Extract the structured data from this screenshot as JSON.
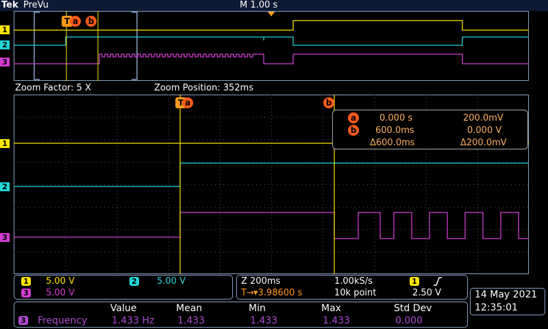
{
  "header": {
    "brand": "Tek",
    "mode": "PreVu",
    "main_timebase": "M 1.00 s"
  },
  "zoom": {
    "factor_label": "Zoom Factor: 5 X",
    "position_label": "Zoom Position: 352ms"
  },
  "channels": [
    {
      "num": "1",
      "scale": "5.00 V",
      "color": "#ffe700"
    },
    {
      "num": "2",
      "scale": "5.00 V",
      "color": "#22d6d6"
    },
    {
      "num": "3",
      "scale": "5.00 V",
      "color": "#d23cd2"
    }
  ],
  "cursors": {
    "a_marker": "a",
    "b_marker": "b",
    "trigger_marker": "T",
    "a_time": "0.000 s",
    "a_volt": "200.0mV",
    "b_time": "600.0ms",
    "b_volt": "0.000 V",
    "delta_time": "Δ600.0ms",
    "delta_volt": "Δ200.0mV"
  },
  "horizontal": {
    "zoom_scale": "Z 200ms",
    "sample_rate": "1.00kS/s",
    "trigger_source": "1",
    "trigger_slope": "rising",
    "trigger_level": "2.50 V",
    "trigger_pos_icon": "T→",
    "trigger_delay": "▾3.98600 s",
    "record_length": "10k point"
  },
  "measurement": {
    "headers": [
      "Value",
      "Mean",
      "Min",
      "Max",
      "Std Dev"
    ],
    "channel": "3",
    "name": "Frequency",
    "values": [
      "1.433 Hz",
      "1.433",
      "1.433",
      "1.433",
      "0.000"
    ]
  },
  "datetime": {
    "date": "14 May 2021",
    "time": "12:35:01"
  },
  "colors": {
    "ch1": "#ffe700",
    "ch2": "#22d6d6",
    "ch3": "#d23cd2",
    "cursor": "#ff5a1a",
    "border": "#8aa2c8"
  }
}
